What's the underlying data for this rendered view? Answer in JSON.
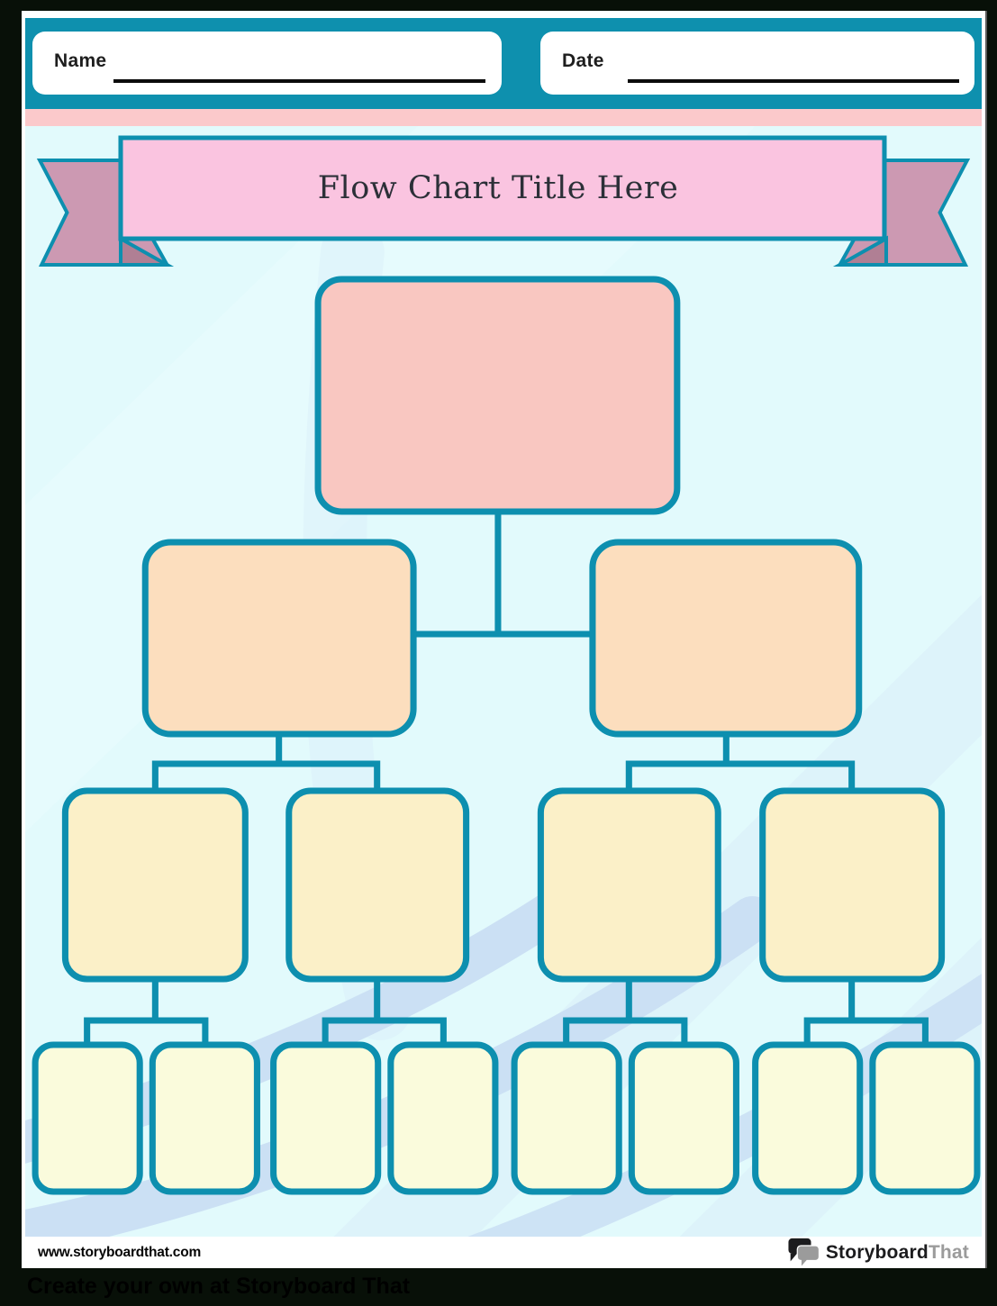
{
  "header": {
    "name_label": "Name",
    "date_label": "Date"
  },
  "banner": {
    "title": "Flow Chart Title Here"
  },
  "flowchart": {
    "type": "tree-flow-chart-template",
    "levels": [
      {
        "level": 1,
        "node_count": 1,
        "fill": "#F9C7C1"
      },
      {
        "level": 2,
        "node_count": 2,
        "fill": "#FCDEBE"
      },
      {
        "level": 3,
        "node_count": 4,
        "fill": "#FBF0C8"
      },
      {
        "level": 4,
        "node_count": 8,
        "fill": "#FAFBDC"
      }
    ],
    "nodes_are_empty": true,
    "connector_color": "#0D8FAF"
  },
  "footer": {
    "website": "www.storyboardthat.com",
    "brand_black": "Storyboard",
    "brand_gray": "That"
  },
  "bottom_bar": {
    "text": "Create your own at Storyboard That"
  },
  "colors": {
    "frame": "#081008",
    "teal": "#0E90AE",
    "stroke": "#0D8FAF",
    "pinkstrip": "#FBC9CB",
    "bg": "#E2FAFC",
    "banner": "#FAC4E0",
    "tail": "#CC99B2",
    "fold": "#B07F94",
    "l1": "#F9C7C1",
    "l2": "#FCDEBE",
    "l3": "#FBF0C8",
    "l4": "#FAFBDC"
  }
}
